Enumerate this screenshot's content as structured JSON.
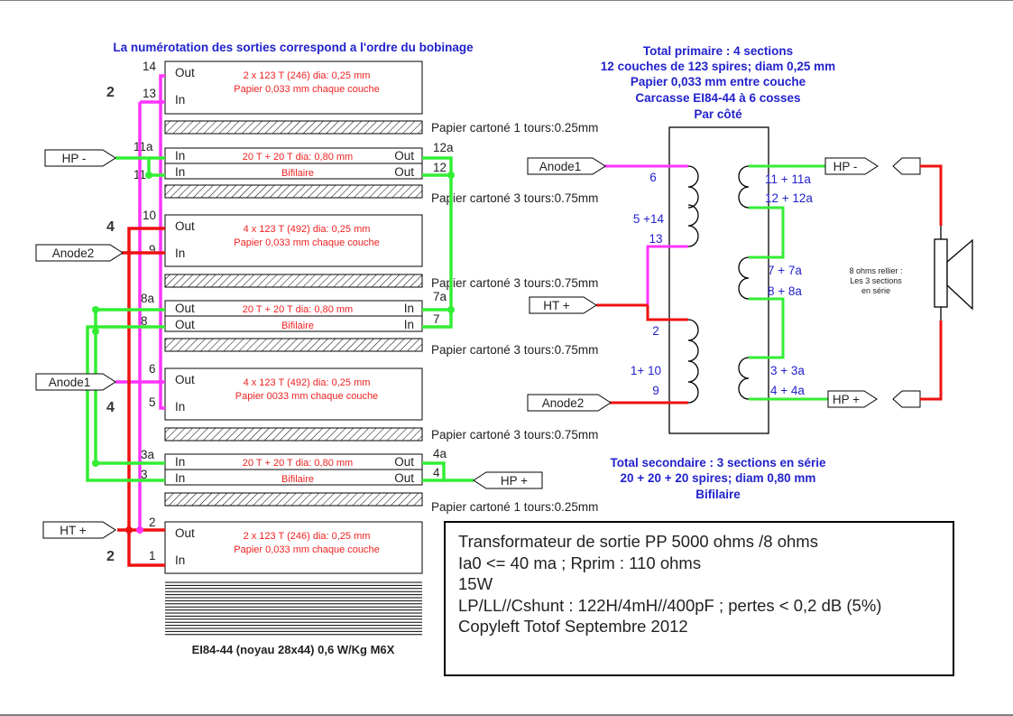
{
  "header_note": "La numérotation des sorties correspond a l'ordre du bobinage",
  "primary_summary": [
    "Total primaire : 4 sections",
    "12 couches de 123 spires; diam  0,25 mm",
    "Papier 0,033 mm entre couche",
    "Carcasse EI84-44 à 6 cosses",
    "Par côté"
  ],
  "secondary_summary": [
    "Total secondaire : 3 sections en série",
    "20 + 20 + 20 spires; diam  0,80 mm",
    "Bifilaire"
  ],
  "core_label": "EI84-44 (noyau 28x44) 0,6 W/Kg M6X",
  "info_box": [
    "Transformateur de sortie PP 5000 ohms /8 ohms",
    "Ia0 <= 40 ma ; Rprim : 110 ohms",
    "15W",
    "LP/LL//Cshunt : 122H/4mH//400pF ; pertes < 0,2 dB (5%)",
    "Copyleft Totof Septembre 2012"
  ],
  "papers": [
    "Papier cartoné 1 tours:0.25mm",
    "Papier cartoné 3 tours:0.75mm",
    "Papier cartoné 3 tours:0.75mm",
    "Papier cartoné 3 tours:0.75mm",
    "Papier cartoné 1 tours:0.25mm"
  ],
  "windings": [
    {
      "kind": "primary",
      "io": [
        "Out",
        "In"
      ],
      "pins": [
        "14",
        "13"
      ],
      "desc": [
        "2 x 123 T (246) dia: 0,25 mm",
        "Papier 0,033 mm chaque couche"
      ],
      "group": "2"
    },
    {
      "kind": "secondary",
      "io": [
        "In",
        "In"
      ],
      "out": [
        "Out",
        "Out"
      ],
      "lpins": [
        "11a",
        "11"
      ],
      "rpins": [
        "12a",
        "12"
      ],
      "desc": [
        "20 T + 20 T dia: 0,80 mm",
        "Bifilaire"
      ]
    },
    {
      "kind": "primary",
      "io": [
        "Out",
        "In"
      ],
      "pins": [
        "10",
        "9"
      ],
      "desc": [
        "4 x 123 T (492) dia: 0,25 mm",
        "Papier 0,033 mm chaque couche"
      ],
      "group": "4"
    },
    {
      "kind": "secondary",
      "io": [
        "Out",
        "Out"
      ],
      "out": [
        "In",
        "In"
      ],
      "lpins": [
        "8a",
        "8"
      ],
      "rpins": [
        "7a",
        "7"
      ],
      "desc": [
        "20 T + 20 T dia: 0,80 mm",
        "Bifilaire"
      ]
    },
    {
      "kind": "primary",
      "io": [
        "Out",
        "In"
      ],
      "pins": [
        "6",
        "5"
      ],
      "desc": [
        "4 x 123 T (492) dia: 0,25 mm",
        "Papier 0033 mm chaque couche"
      ],
      "group": "4"
    },
    {
      "kind": "secondary",
      "io": [
        "In",
        "In"
      ],
      "out": [
        "Out",
        "Out"
      ],
      "lpins": [
        "3a",
        "3"
      ],
      "rpins": [
        "4a",
        "4"
      ],
      "desc": [
        "20 T + 20 T dia: 0,80 mm",
        "Bifilaire"
      ]
    },
    {
      "kind": "primary",
      "io": [
        "Out",
        "In"
      ],
      "pins": [
        "2",
        "1"
      ],
      "desc": [
        "2 x 123 T (246) dia: 0,25 mm",
        "Papier 0,033 mm chaque couche"
      ],
      "group": "2"
    }
  ],
  "left_connectors": {
    "hp_minus": "HP -",
    "anode2": "Anode2",
    "anode1": "Anode1",
    "ht_plus": "HT +"
  },
  "hp_plus_mid": "HP +",
  "schematic": {
    "anode1": "Anode1",
    "ht": "HT +",
    "anode2": "Anode2",
    "hp_minus": "HP -",
    "hp_plus": "HP +",
    "p_labels": [
      "6",
      "5 +14",
      "13",
      "2",
      "1+ 10",
      "9"
    ],
    "s_labels": [
      "11 + 11a",
      "12 + 12a",
      "7 + 7a",
      "8 + 8a",
      "3 + 3a",
      "4 + 4a"
    ]
  },
  "speaker_note": [
    "8 ohms rellier :",
    "Les 3 sections",
    "en série"
  ],
  "colors": {
    "primary": "#ff33ff",
    "secondary": "#33ee33",
    "feed": "#ee1111",
    "blue": "#2222cc",
    "desc": "#ee2222"
  }
}
